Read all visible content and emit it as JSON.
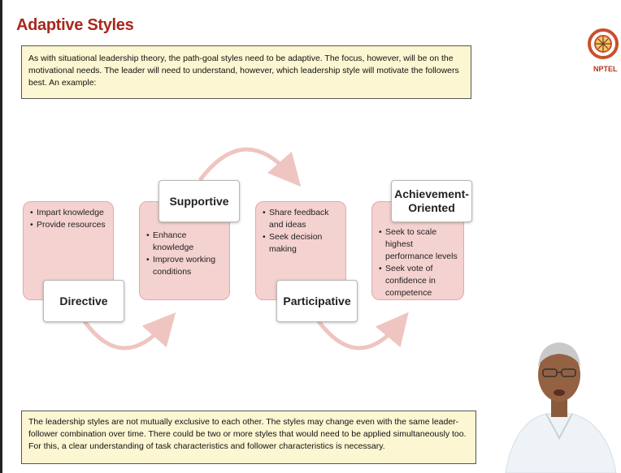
{
  "slide": {
    "title": "Adaptive Styles",
    "intro": "As with situational leadership theory, the path-goal styles need to be adaptive. The focus, however, will be on the motivational needs. The leader will need to understand, however, which leadership style will motivate the followers best. An example:",
    "outro": "The leadership styles are not mutually exclusive to each other. The styles may change even with the same leader-follower combination over time. There could be two or more styles that would need to be applied simultaneously too. For this, a clear understanding of task characteristics and follower characteristics is necessary."
  },
  "logo": {
    "text": "NPTEL",
    "icon": "nptel-logo-icon"
  },
  "styles": [
    {
      "label": "Directive",
      "bullets": [
        "Impart knowledge",
        "Provide resources"
      ]
    },
    {
      "label": "Supportive",
      "bullets": [
        "Enhance knowledge",
        "Improve working conditions"
      ]
    },
    {
      "label": "Participative",
      "bullets": [
        "Share feedback and ideas",
        "Seek decision making"
      ]
    },
    {
      "label": "Achievement-Oriented",
      "bullets": [
        "Seek to scale highest performance levels",
        "Seek vote of confidence in competence"
      ]
    }
  ],
  "colors": {
    "title": "#a8281c",
    "box_fill": "#fdf6d2",
    "card_fill": "#f4d2cf",
    "arrow": "#efc5c1"
  }
}
